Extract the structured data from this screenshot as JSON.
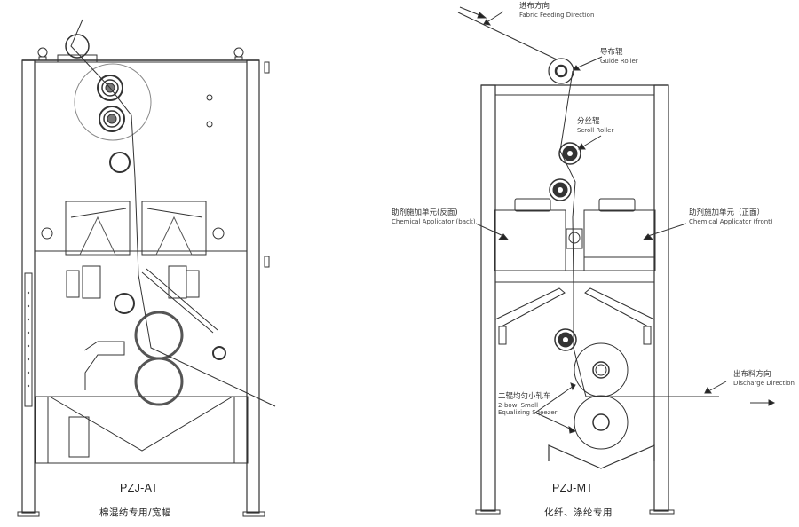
{
  "diagrams": [
    {
      "id": "pzj-at",
      "model": "PZJ-AT",
      "usage": "棉混纺专用/宽幅"
    },
    {
      "id": "pzj-mt",
      "model": "PZJ-MT",
      "usage": "化纤、涤纶专用",
      "callouts": {
        "fabric_feeding": {
          "zh": "进布方向",
          "en": "Fabric Feeding Direction"
        },
        "guide_roller": {
          "zh": "导布辊",
          "en": "Guide Roller"
        },
        "scroll_roller": {
          "zh": "分丝辊",
          "en": "Scroll Roller"
        },
        "applicator_back": {
          "zh": "助剂施加单元(反面)",
          "en": "Chemical Applicator (back)"
        },
        "applicator_front": {
          "zh": "助剂施加单元（正面）",
          "en": "Chemical Applicator (front)"
        },
        "discharge": {
          "zh": "出布料方向",
          "en": "Discharge Direction"
        },
        "squeezer": {
          "zh": "二辊均匀小轧车",
          "en1": "2-bowl Small",
          "en2": "Equalizing Sqeezer"
        }
      }
    }
  ]
}
